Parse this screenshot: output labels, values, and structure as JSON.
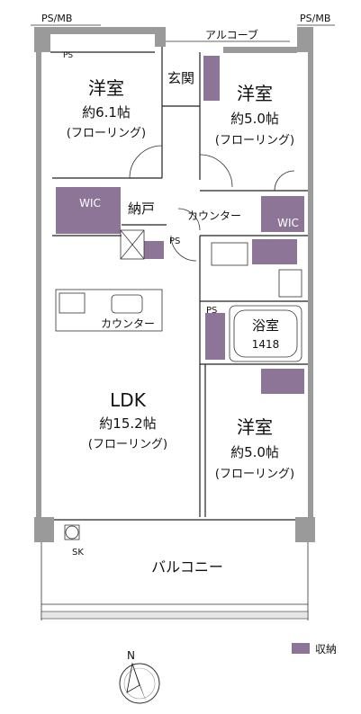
{
  "top_labels": {
    "ps_mb_left": "PS/MB",
    "ps_mb_right": "PS/MB",
    "alcove": "アルコーブ"
  },
  "rooms": {
    "western_1": {
      "name": "洋室",
      "size": "約6.1帖",
      "floor": "(フローリング)"
    },
    "western_2": {
      "name": "洋室",
      "size": "約5.0帖",
      "floor": "(フローリング)"
    },
    "western_3": {
      "name": "洋室",
      "size": "約5.0帖",
      "floor": "(フローリング)"
    },
    "ldk": {
      "name": "LDK",
      "size": "約15.2帖",
      "floor": "(フローリング)"
    },
    "entrance": "玄関",
    "closet": "納戸",
    "wic_left": "WIC",
    "wic_right": "WIC",
    "counter_upper": "カウンター",
    "counter_kitchen": "カウンター",
    "bathroom": {
      "name": "浴室",
      "size": "1418"
    },
    "balcony": "バルコニー"
  },
  "small_labels": {
    "ps_top": "PS",
    "ps_mid": "PS",
    "ps_bath": "PS",
    "sk": "SK"
  },
  "legend": {
    "label": "収納",
    "color": "#8d7597"
  },
  "compass": {
    "label": "N"
  }
}
